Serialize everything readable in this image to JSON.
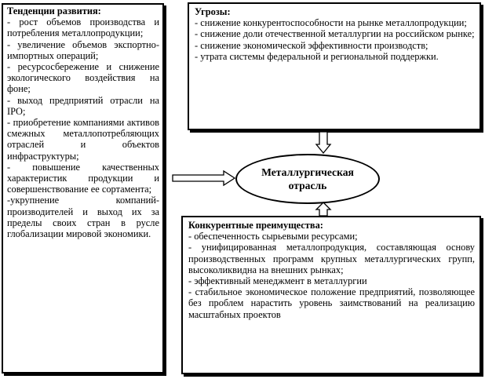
{
  "tendencies": {
    "title": "Тенденции развития:",
    "lines": [
      "- рост объемов производства и потребления металлопродукции;",
      "- увеличение объемов экспортно-импортных операций;",
      "- ресурсосбережение и снижение экологического воздействия на фоне;",
      "- выход предприятий отрасли на IPO;",
      "- приобретение компаниями активов смежных металлопотребляющих отраслей и объектов инфраструктуры;",
      "- повышение качественных характеристик продукции и совершенствование ее сортамента;",
      "-укрупнение компаний-производителей и выход их за пределы своих стран в русле глобализации мировой экономики."
    ]
  },
  "threats": {
    "title": "Угрозы:",
    "lines": [
      "- снижение конкурентоспособности на рынке металлопродукции;",
      "- снижение доли отечественной металлургии на российском рынке;",
      "- снижение экономической эффективности производств;",
      "- утрата системы федеральной и региональной поддержки."
    ]
  },
  "center": {
    "label": "Металлургическая отрасль"
  },
  "advantages": {
    "title": "Конкурентные преимущества:",
    "lines": [
      "- обеспеченность сырьевыми ресурсами;",
      "- унифицированная металлопродукция, составляющая основу производственных программ крупных металлургических групп, высоколиквидна на внешних рынках;",
      "- эффективный менеджмент в металлургии",
      "- стабильное экономическое положение предприятий, позволяющее без проблем нарастить уровень заимствований на реализацию масштабных проектов"
    ]
  }
}
